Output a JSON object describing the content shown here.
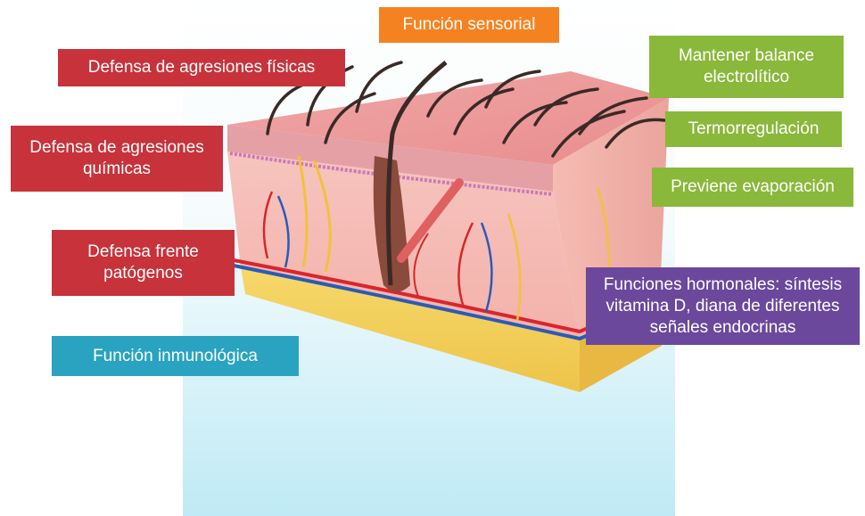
{
  "labels": {
    "sensorial": "Función sensorial",
    "fisicas": "Defensa de agresiones físicas",
    "quimicas": "Defensa de agresiones químicas",
    "patogenos": "Defensa frente patógenos",
    "inmunologica": "Función inmunológica",
    "electrolitico": "Mantener balance electrolítico",
    "termorregulacion": "Termorregulación",
    "evaporacion": "Previene evaporación",
    "hormonales": "Funciones hormonales: síntesis vitamina D, diana de diferentes señales endocrinas"
  },
  "colors": {
    "defense": "#c8323a",
    "homeostasis": "#8ab83a",
    "sensory": "#f58220",
    "immune": "#2aa3c0",
    "hormonal": "#6b489c"
  }
}
